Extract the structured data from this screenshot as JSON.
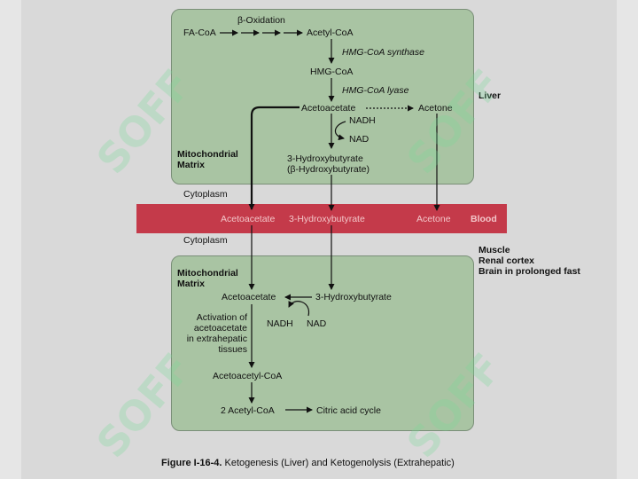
{
  "liver": {
    "beta_oxidation": "β-Oxidation",
    "fa_coa": "FA-CoA",
    "acetyl_coa": "Acetyl-CoA",
    "hmg_synthase": "HMG-CoA synthase",
    "hmg_coa": "HMG-CoA",
    "hmg_lyase": "HMG-CoA lyase",
    "acetoacetate": "Acetoacetate",
    "acetone": "Acetone",
    "nadh": "NADH",
    "nad": "NAD",
    "hydroxy1": "3-Hydroxybutyrate",
    "hydroxy2": "(β-Hydroxybutyrate)",
    "mito1": "Mitochondrial",
    "mito2": "Matrix",
    "organ": "Liver"
  },
  "cytoplasm_top": "Cytoplasm",
  "cytoplasm_bottom": "Cytoplasm",
  "blood": {
    "acetoacetate": "Acetoacetate",
    "hydroxy": "3-Hydroxybutyrate",
    "acetone": "Acetone",
    "label": "Blood"
  },
  "extrahepatic": {
    "tissues": [
      "Muscle",
      "Renal cortex",
      "Brain in prolonged fast"
    ],
    "mito1": "Mitochondrial",
    "mito2": "Matrix",
    "acetoacetate": "Acetoacetate",
    "hydroxy": "3-Hydroxybutyrate",
    "nadh": "NADH",
    "nad": "NAD",
    "activation": [
      "Activation of",
      "acetoacetate",
      "in extrahepatic",
      "tissues"
    ],
    "acetoacetyl_coa": "Acetoacetyl-CoA",
    "two_acetyl_coa": "2 Acetyl-CoA",
    "citric": "Citric acid cycle"
  },
  "caption": {
    "label": "Figure I-16-4.",
    "text": " Ketogenesis (Liver) and Ketogenolysis (Extrahepatic)"
  },
  "watermark": "SOFF",
  "colors": {
    "box_fill": "#a9c4a3",
    "blood_band": "#c43a4a",
    "background": "#d9d9d9"
  }
}
